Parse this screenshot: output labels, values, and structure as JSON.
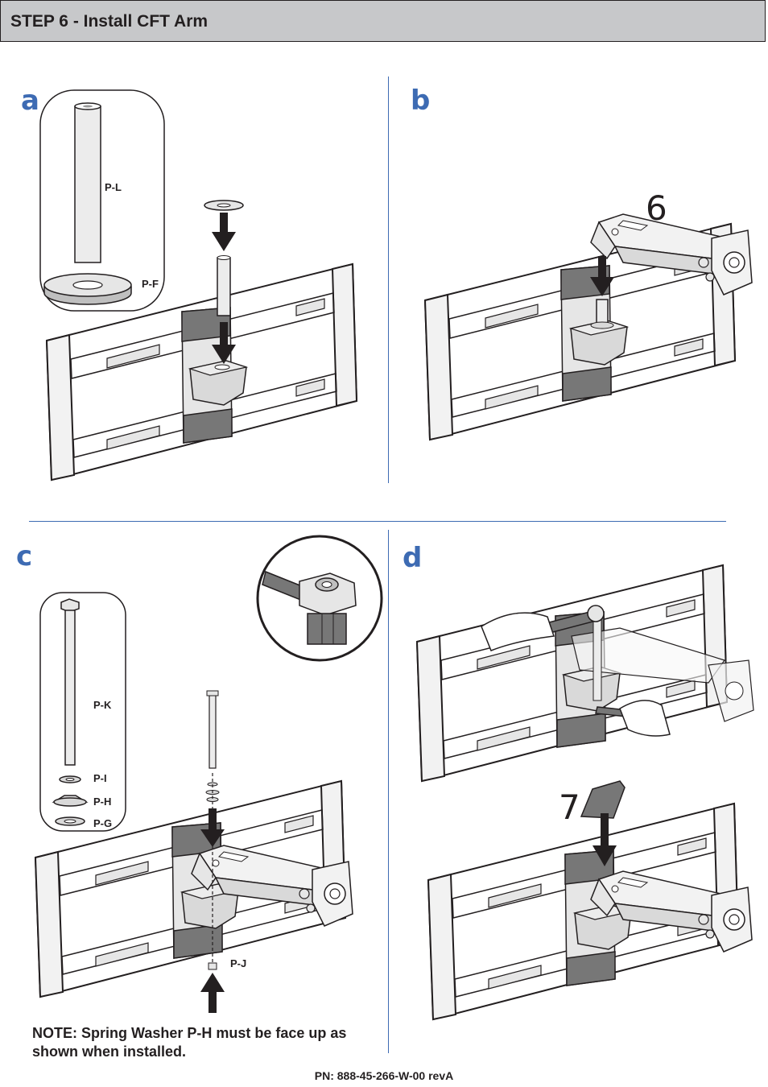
{
  "header": {
    "title": "STEP 6 - Install CFT Arm"
  },
  "panels": {
    "a": {
      "letter": "a",
      "parts": {
        "rod": "P-L",
        "washer": "P-F"
      }
    },
    "b": {
      "letter": "b",
      "callout": "6"
    },
    "c": {
      "letter": "c",
      "parts": {
        "bolt": "P-K",
        "flat_washer": "P-I",
        "spring_washer": "P-H",
        "lock_washer": "P-G",
        "nut": "P-J"
      }
    },
    "d": {
      "letter": "d",
      "callout": "7"
    }
  },
  "note": "NOTE:  Spring Washer P-H must be face up as shown when installed.",
  "footer": "PN: 888-45-266-W-00 revA"
}
